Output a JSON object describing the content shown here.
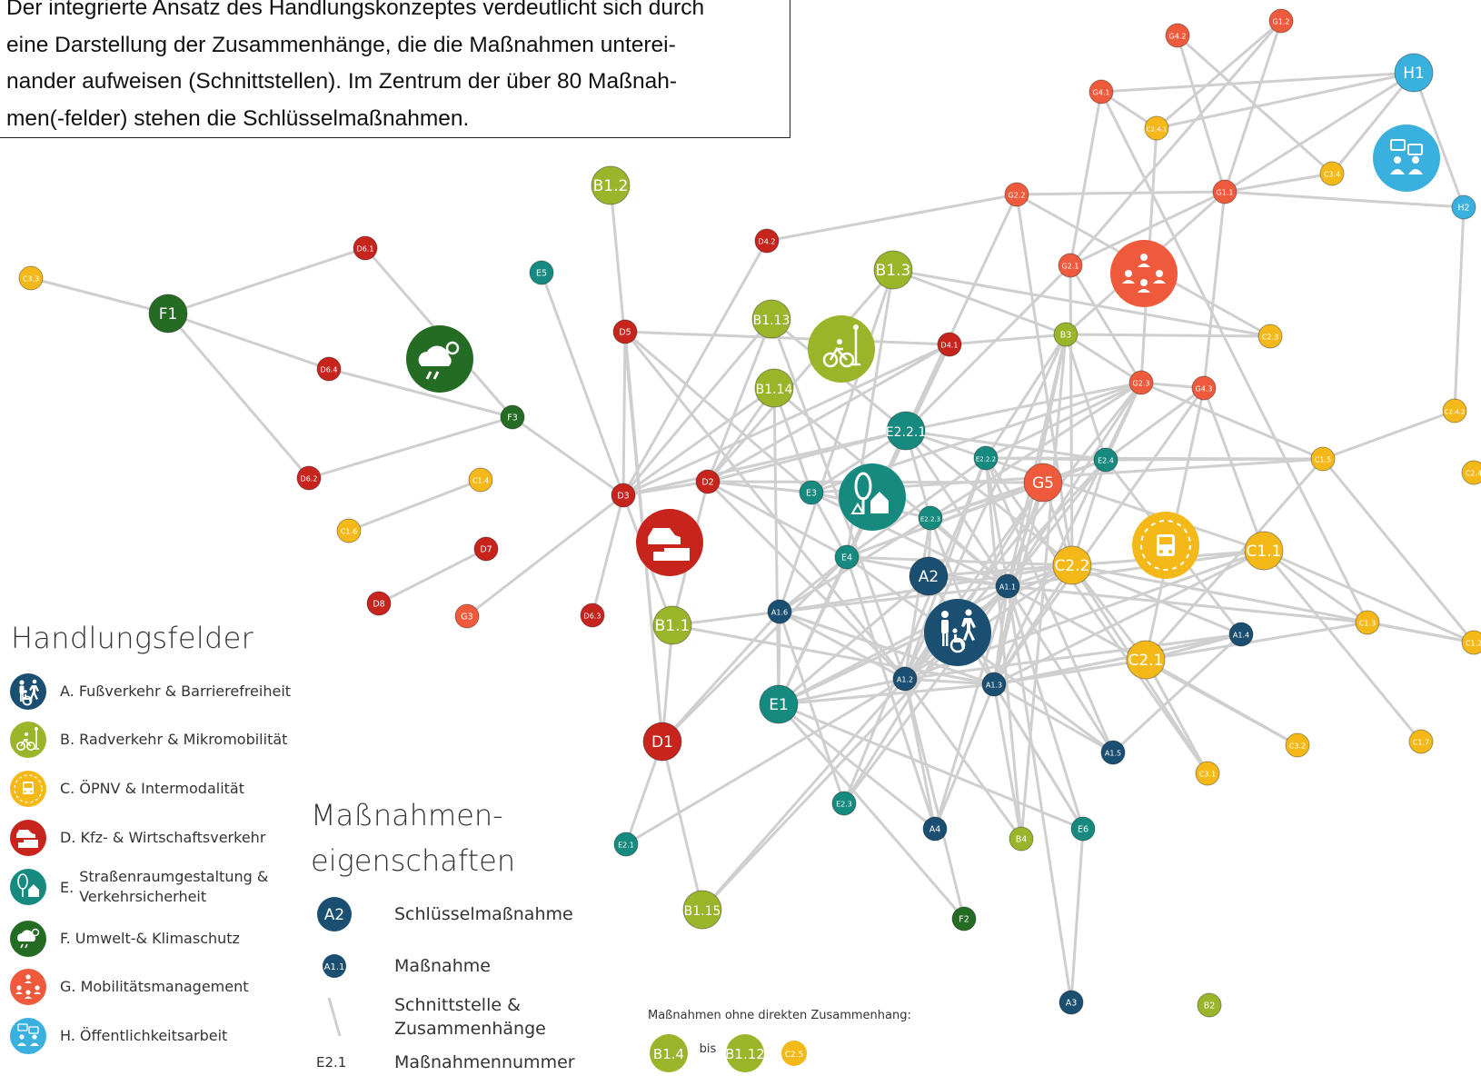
{
  "intro_text": [
    "Der integrierte Ansatz des Handlungskonzeptes verdeutlicht sich durch",
    "eine Darstellung der Zusammenhänge, die die Maßnahmen unterei-",
    "nander aufweisen (Schnittstellen). Im Zentrum der über 80 Maßnah-",
    "men(-felder) stehen die Schlüsselmaßnahmen."
  ],
  "colors": {
    "A": "#1b4f72",
    "B": "#9bb52a",
    "C": "#f4b919",
    "D": "#c6241d",
    "E": "#178a80",
    "F": "#246b23",
    "G": "#ef5a3c",
    "H": "#3ab0de",
    "edge": "#cfcfcf",
    "text": "#333333"
  },
  "legend": {
    "title": "Handlungsfelder",
    "items": [
      {
        "code": "A",
        "label": "A. Fußverkehr & Barrierefreiheit",
        "icon": "pedestrian-icon"
      },
      {
        "code": "B",
        "label": "B. Radverkehr & Mikromobilität",
        "icon": "bicycle-icon"
      },
      {
        "code": "C",
        "label": "C. ÖPNV & Intermodalität",
        "icon": "bus-icon"
      },
      {
        "code": "D",
        "label": "D. Kfz- & Wirtschaftsverkehr",
        "icon": "car-truck-icon"
      },
      {
        "code": "E",
        "prefix": "E.",
        "label_lines": [
          "Straßenraumgestaltung &",
          "Verkehrsicherheit"
        ],
        "icon": "tree-house-icon"
      },
      {
        "code": "F",
        "label": "F. Umwelt-& Klimaschutz",
        "icon": "weather-icon"
      },
      {
        "code": "G",
        "label": "G. Mobilitätsmanagement",
        "icon": "people-network-icon"
      },
      {
        "code": "H",
        "label": "H. Öffentlichkeitsarbeit",
        "icon": "speech-bubbles-icon"
      }
    ]
  },
  "properties": {
    "title_lines": [
      "Maßnahmen-",
      "eigenschaften"
    ],
    "key_label": "Schlüsselmaßnahme",
    "key_sample": "A2",
    "measure_label": "Maßnahme",
    "measure_sample": "A1.1",
    "link_label_lines": [
      "Schnittstelle &",
      "Zusammenhänge"
    ],
    "number_label": "Maßnahmennummer",
    "number_sample": "E2.1"
  },
  "no_connection": {
    "label": "Maßnahmen ohne direkten Zusammenhang:",
    "from": "B1.4",
    "to_word": "bis",
    "to": "B1.12",
    "extra": "C2.5"
  },
  "nodes": [
    {
      "id": "A2",
      "key": true
    },
    {
      "id": "A1.1"
    },
    {
      "id": "A1.2"
    },
    {
      "id": "A1.3"
    },
    {
      "id": "A1.4"
    },
    {
      "id": "A1.5"
    },
    {
      "id": "A1.6"
    },
    {
      "id": "A3"
    },
    {
      "id": "A4"
    },
    {
      "id": "B1.1",
      "key": true
    },
    {
      "id": "B1.2",
      "key": true
    },
    {
      "id": "B1.3",
      "key": true
    },
    {
      "id": "B1.13",
      "key": true
    },
    {
      "id": "B1.14",
      "key": true
    },
    {
      "id": "B1.15",
      "key": true
    },
    {
      "id": "B2"
    },
    {
      "id": "B3"
    },
    {
      "id": "B4"
    },
    {
      "id": "C1.1",
      "key": true
    },
    {
      "id": "C2.1",
      "key": true
    },
    {
      "id": "C2.2",
      "key": true
    },
    {
      "id": "C1.2"
    },
    {
      "id": "C1.3"
    },
    {
      "id": "C1.4"
    },
    {
      "id": "C1.5"
    },
    {
      "id": "C1.6"
    },
    {
      "id": "C1.7"
    },
    {
      "id": "C2.3"
    },
    {
      "id": "C2.4"
    },
    {
      "id": "C2.4.1"
    },
    {
      "id": "C2.4.2"
    },
    {
      "id": "C3.1"
    },
    {
      "id": "C3.2"
    },
    {
      "id": "C3.3"
    },
    {
      "id": "C3.4"
    },
    {
      "id": "D1",
      "key": true
    },
    {
      "id": "D2"
    },
    {
      "id": "D3"
    },
    {
      "id": "D4.1"
    },
    {
      "id": "D4.2"
    },
    {
      "id": "D5"
    },
    {
      "id": "D6.1"
    },
    {
      "id": "D6.2"
    },
    {
      "id": "D6.3"
    },
    {
      "id": "D6.4"
    },
    {
      "id": "D7"
    },
    {
      "id": "D8"
    },
    {
      "id": "E1",
      "key": true
    },
    {
      "id": "E2.2.1",
      "key": true
    },
    {
      "id": "E2.1"
    },
    {
      "id": "E2.2.2"
    },
    {
      "id": "E2.2.3"
    },
    {
      "id": "E2.3"
    },
    {
      "id": "E2.4"
    },
    {
      "id": "E3"
    },
    {
      "id": "E4"
    },
    {
      "id": "E5"
    },
    {
      "id": "E6"
    },
    {
      "id": "F1",
      "key": true
    },
    {
      "id": "F2"
    },
    {
      "id": "F3"
    },
    {
      "id": "G5",
      "key": true
    },
    {
      "id": "G1.1"
    },
    {
      "id": "G1.2"
    },
    {
      "id": "G2.1"
    },
    {
      "id": "G2.2"
    },
    {
      "id": "G2.3"
    },
    {
      "id": "G3"
    },
    {
      "id": "G4.1"
    },
    {
      "id": "G4.2"
    },
    {
      "id": "G4.3"
    },
    {
      "id": "H1",
      "key": true
    },
    {
      "id": "H2"
    }
  ],
  "edges": [
    [
      "C3.3",
      "F1"
    ],
    [
      "F1",
      "D6.1"
    ],
    [
      "F1",
      "D6.4"
    ],
    [
      "F1",
      "D6.2"
    ],
    [
      "D6.1",
      "F3"
    ],
    [
      "D6.4",
      "F3"
    ],
    [
      "D6.2",
      "F3"
    ],
    [
      "F3",
      "D3"
    ],
    [
      "C1.6",
      "C1.4"
    ],
    [
      "D8",
      "D7"
    ],
    [
      "G3",
      "D3"
    ],
    [
      "B1.2",
      "D1"
    ],
    [
      "E5",
      "D3"
    ],
    [
      "D3",
      "D4.2"
    ],
    [
      "D4.2",
      "G2.2"
    ],
    [
      "G2.2",
      "G1.1"
    ],
    [
      "G1.1",
      "H2"
    ],
    [
      "G1.1",
      "H1"
    ],
    [
      "G1.1",
      "G4.2"
    ],
    [
      "G1.1",
      "G1.2"
    ],
    [
      "G1.1",
      "C3.4"
    ],
    [
      "H1",
      "C3.4"
    ],
    [
      "H1",
      "H2"
    ],
    [
      "H1",
      "C2.4.1"
    ],
    [
      "H1",
      "G4.1"
    ],
    [
      "G4.2",
      "C3.4"
    ],
    [
      "G4.1",
      "C2.4.1"
    ],
    [
      "G4.1",
      "C1.3"
    ],
    [
      "G4.1",
      "G2.1"
    ],
    [
      "G1.2",
      "G2.1"
    ],
    [
      "G1.2",
      "C2.4.1"
    ],
    [
      "C2.4.1",
      "G2.3"
    ],
    [
      "G2.2",
      "E2.2.1"
    ],
    [
      "G2.2",
      "C2.2"
    ],
    [
      "G2.2",
      "C2.3"
    ],
    [
      "G2.1",
      "E2.2.1"
    ],
    [
      "G2.1",
      "C2.2"
    ],
    [
      "G2.1",
      "G2.3"
    ],
    [
      "G2.1",
      "G1.1"
    ],
    [
      "G1.1",
      "G4.3"
    ],
    [
      "G1.1",
      "B3"
    ],
    [
      "H2",
      "C2.4.2"
    ],
    [
      "C2.4.2",
      "C1.5"
    ],
    [
      "C1.5",
      "C1.2"
    ],
    [
      "C1.5",
      "E2.4"
    ],
    [
      "C1.5",
      "E2.2.2"
    ],
    [
      "C1.5",
      "C2.1"
    ],
    [
      "C1.5",
      "G2.3"
    ],
    [
      "B3",
      "D4.1"
    ],
    [
      "B3",
      "G2.3"
    ],
    [
      "B3",
      "E2.2.2"
    ],
    [
      "B3",
      "E2.4"
    ],
    [
      "B3",
      "A1.1"
    ],
    [
      "B3",
      "A1.3"
    ],
    [
      "B3",
      "B4"
    ],
    [
      "B3",
      "C2.3"
    ],
    [
      "B3",
      "A1.2"
    ],
    [
      "B3",
      "B1.3"
    ],
    [
      "C2.3",
      "B1.3"
    ],
    [
      "D5",
      "D4.1"
    ],
    [
      "D5",
      "D3"
    ],
    [
      "D5",
      "D1"
    ],
    [
      "D5",
      "A1.2"
    ],
    [
      "D5",
      "E3"
    ],
    [
      "D4.1",
      "D2"
    ],
    [
      "D4.1",
      "E1"
    ],
    [
      "D4.1",
      "D3"
    ],
    [
      "B1.3",
      "E4"
    ],
    [
      "B1.3",
      "D2"
    ],
    [
      "B1.3",
      "A1.6"
    ],
    [
      "B1.13",
      "D3"
    ],
    [
      "B1.13",
      "A1.2"
    ],
    [
      "B1.13",
      "D2"
    ],
    [
      "B1.14",
      "D2"
    ],
    [
      "B1.14",
      "A1.1"
    ],
    [
      "B1.14",
      "D3"
    ],
    [
      "B1.14",
      "E1"
    ],
    [
      "B1.14",
      "E3"
    ],
    [
      "D2",
      "D3"
    ],
    [
      "D2",
      "A1.2"
    ],
    [
      "D2",
      "E3"
    ],
    [
      "D2",
      "G5"
    ],
    [
      "D2",
      "B1.1"
    ],
    [
      "D2",
      "E2.2.1"
    ],
    [
      "D2",
      "E4"
    ],
    [
      "D3",
      "D6.3"
    ],
    [
      "D3",
      "E2.2.1"
    ],
    [
      "D3",
      "B1.1"
    ],
    [
      "E2.2.1",
      "E2.2.2"
    ],
    [
      "E2.2.1",
      "E2.4"
    ],
    [
      "E2.2.1",
      "E2.2.3"
    ],
    [
      "E2.2.1",
      "G2.3"
    ],
    [
      "E2.2.1",
      "A1.1"
    ],
    [
      "E2.2.1",
      "E4"
    ],
    [
      "E2.2.1",
      "B1.13"
    ],
    [
      "E2.2.1",
      "C2.2"
    ],
    [
      "E2.2.1",
      "E3"
    ],
    [
      "E2.2.2",
      "E2.4"
    ],
    [
      "E2.2.2",
      "A1.1"
    ],
    [
      "E2.2.2",
      "E4"
    ],
    [
      "E2.2.2",
      "A1.2"
    ],
    [
      "E2.2.2",
      "E2.3"
    ],
    [
      "E2.2.2",
      "B4"
    ],
    [
      "E2.2.2",
      "G2.3"
    ],
    [
      "E2.2.2",
      "A1.5"
    ],
    [
      "E2.2.2",
      "C3.1"
    ],
    [
      "E2.4",
      "C2.2"
    ],
    [
      "E2.4",
      "A1.4"
    ],
    [
      "E2.4",
      "A1.1"
    ],
    [
      "E2.4",
      "E4"
    ],
    [
      "E2.4",
      "A1.2"
    ],
    [
      "E2.4",
      "G2.3"
    ],
    [
      "E2.4",
      "G4.3"
    ],
    [
      "E2.4",
      "E2.2.3"
    ],
    [
      "G2.3",
      "E2.2.3"
    ],
    [
      "G2.3",
      "A1.1"
    ],
    [
      "G2.3",
      "A1.2"
    ],
    [
      "G2.3",
      "G4.3"
    ],
    [
      "G2.3",
      "E2.4"
    ],
    [
      "G2.3",
      "A1.3"
    ],
    [
      "G2.3",
      "E3"
    ],
    [
      "G4.3",
      "A1.3"
    ],
    [
      "G4.3",
      "C2.1"
    ],
    [
      "G4.3",
      "C1.1"
    ],
    [
      "G5",
      "A1.2"
    ],
    [
      "G5",
      "A1.1"
    ],
    [
      "G5",
      "E4"
    ],
    [
      "G5",
      "E2.2.3"
    ],
    [
      "G5",
      "A1.3"
    ],
    [
      "G5",
      "C2.2"
    ],
    [
      "E3",
      "E4"
    ],
    [
      "E3",
      "A1.1"
    ],
    [
      "E3",
      "C1.5"
    ],
    [
      "E3",
      "E2.2.3"
    ],
    [
      "E4",
      "A1.6"
    ],
    [
      "E4",
      "A1.1"
    ],
    [
      "E4",
      "E1"
    ],
    [
      "E4",
      "A4"
    ],
    [
      "E4",
      "D1"
    ],
    [
      "E4",
      "C2.2"
    ],
    [
      "E2.2.3",
      "A1.2"
    ],
    [
      "E2.2.3",
      "A1.3"
    ],
    [
      "E2.2.3",
      "A1.1"
    ],
    [
      "E2.2.3",
      "A2"
    ],
    [
      "E2.2.3",
      "A1.6"
    ],
    [
      "A1.1",
      "A1.2"
    ],
    [
      "A1.1",
      "A1.3"
    ],
    [
      "A1.1",
      "C2.2"
    ],
    [
      "A1.1",
      "E1"
    ],
    [
      "A1.1",
      "A1.6"
    ],
    [
      "A1.1",
      "A2"
    ],
    [
      "A1.1",
      "E6"
    ],
    [
      "A1.1",
      "A3"
    ],
    [
      "A1.1",
      "C1.1"
    ],
    [
      "A1.1",
      "C3.2"
    ],
    [
      "A1.1",
      "B1.15"
    ],
    [
      "A1.1",
      "A1.5"
    ],
    [
      "A1.1",
      "C1.3"
    ],
    [
      "A1.1",
      "E2.3"
    ],
    [
      "A1.1",
      "A4"
    ],
    [
      "A1.2",
      "E1"
    ],
    [
      "A1.2",
      "A1.6"
    ],
    [
      "A1.2",
      "A1.3"
    ],
    [
      "A1.2",
      "C2.2"
    ],
    [
      "A1.2",
      "A4"
    ],
    [
      "A1.2",
      "E2.1"
    ],
    [
      "A1.2",
      "C1.1"
    ],
    [
      "A1.2",
      "B4"
    ],
    [
      "A1.2",
      "F2"
    ],
    [
      "A1.2",
      "A1.4"
    ],
    [
      "A1.3",
      "E1"
    ],
    [
      "A1.3",
      "C2.2"
    ],
    [
      "A1.3",
      "A1.6"
    ],
    [
      "A1.3",
      "C1.1"
    ],
    [
      "A1.3",
      "A4"
    ],
    [
      "A1.3",
      "C2.1"
    ],
    [
      "A1.3",
      "E6"
    ],
    [
      "A1.3",
      "A1.4"
    ],
    [
      "A1.3",
      "B1.1"
    ],
    [
      "A2",
      "A1.3"
    ],
    [
      "A2",
      "E1"
    ],
    [
      "A2",
      "C2.2"
    ],
    [
      "A1.6",
      "B1.1"
    ],
    [
      "A1.6",
      "E1"
    ],
    [
      "A1.6",
      "E2.3"
    ],
    [
      "A1.6",
      "D1"
    ],
    [
      "A1.6",
      "C2.2"
    ],
    [
      "A1.6",
      "A1.3"
    ],
    [
      "C2.2",
      "C1.1"
    ],
    [
      "C2.2",
      "C2.1"
    ],
    [
      "C2.2",
      "A1.4"
    ],
    [
      "C2.2",
      "C3.1"
    ],
    [
      "C2.2",
      "E1"
    ],
    [
      "C2.2",
      "C1.2"
    ],
    [
      "C1.1",
      "C1.7"
    ],
    [
      "C1.1",
      "C1.3"
    ],
    [
      "C1.1",
      "C1.2"
    ],
    [
      "C2.1",
      "C3.1"
    ],
    [
      "C2.1",
      "C3.2"
    ],
    [
      "C2.1",
      "C1.3"
    ],
    [
      "C1.3",
      "C1.2"
    ],
    [
      "A1.4",
      "A1.5"
    ],
    [
      "A1.4",
      "C2.1"
    ],
    [
      "D1",
      "E2.1"
    ],
    [
      "D1",
      "B1.15"
    ],
    [
      "E1",
      "C2.2"
    ],
    [
      "E1",
      "A4"
    ],
    [
      "E1",
      "F2"
    ],
    [
      "E1",
      "E6"
    ],
    [
      "E6",
      "A3"
    ],
    [
      "E6",
      "A1.3"
    ],
    [
      "B4",
      "A1.3"
    ],
    [
      "C1.1",
      "E2.2.2"
    ],
    [
      "G5",
      "E2.3"
    ],
    [
      "A1.5",
      "A1.3"
    ],
    [
      "B1.15",
      "A1.2"
    ],
    [
      "D1",
      "B1.1"
    ],
    [
      "A1.5",
      "E4"
    ]
  ]
}
